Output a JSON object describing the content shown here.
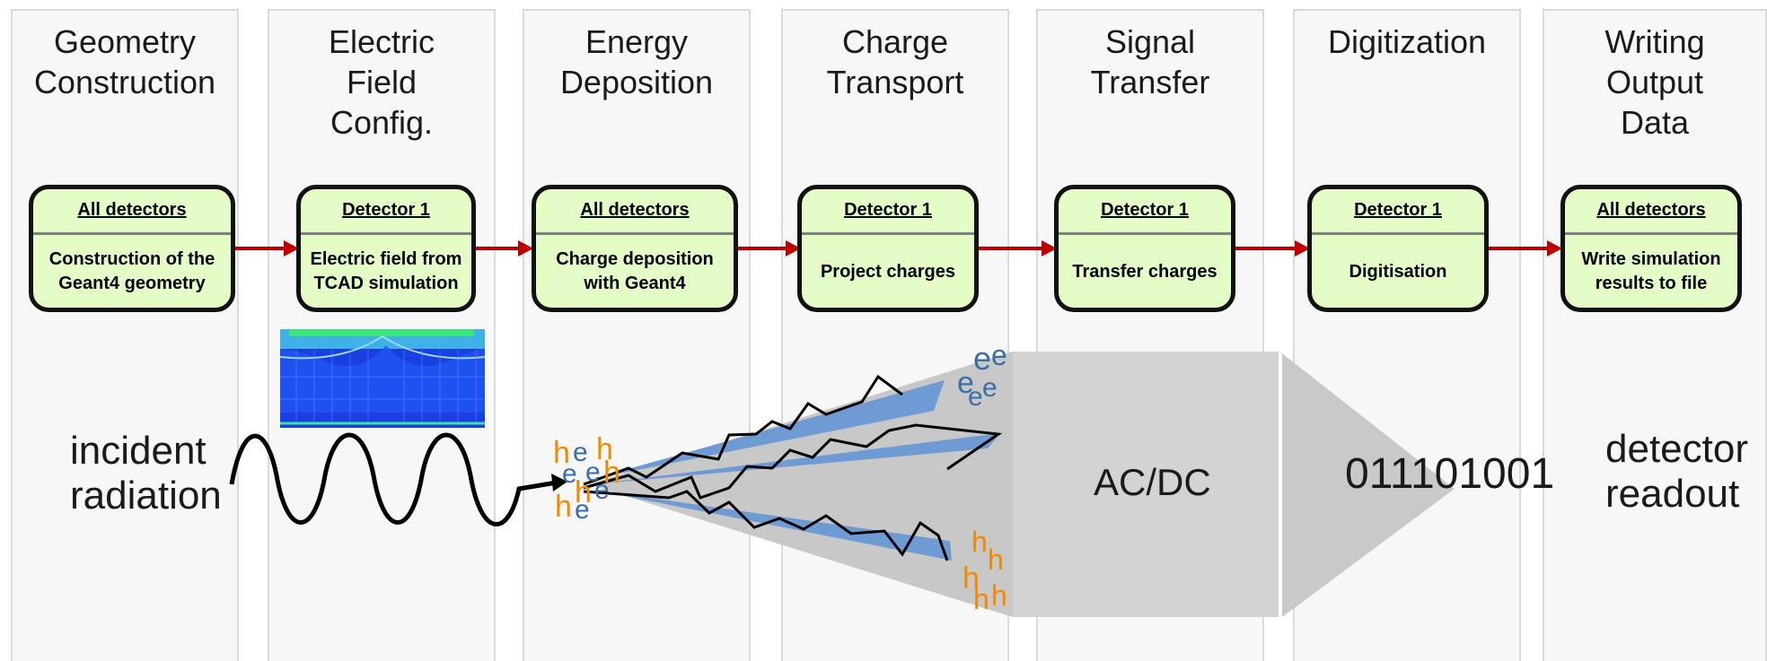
{
  "stages": [
    {
      "title": "Geometry\nConstruction",
      "scope": "All detectors",
      "task": "Construction of the\nGeant4 geometry"
    },
    {
      "title": "Electric\nField\nConfig.",
      "scope": "Detector 1",
      "task": "Electric field from\nTCAD simulation"
    },
    {
      "title": "Energy\nDeposition",
      "scope": "All detectors",
      "task": "Charge deposition\nwith Geant4"
    },
    {
      "title": "Charge\nTransport",
      "scope": "Detector 1",
      "task": "Project charges"
    },
    {
      "title": "Signal\nTransfer",
      "scope": "Detector 1",
      "task": "Transfer charges"
    },
    {
      "title": "Digitization",
      "scope": "Detector 1",
      "task": "Digitisation"
    },
    {
      "title": "Writing\nOutput\nData",
      "scope": "All detectors",
      "task": "Write simulation\nresults to file"
    }
  ],
  "labels": {
    "incident": "incident\nradiation",
    "acdc": "AC/DC",
    "bits": "011101001",
    "readout": "detector\nreadout",
    "electron": "e",
    "hole": "h"
  },
  "colors": {
    "box_fill": "#e4fcc6",
    "arrow": "#c00000",
    "electron": "#3a6ea5",
    "hole": "#f08a00",
    "cone": "#c8c8c8",
    "path_fill": "#6f9bd4"
  },
  "icons": {
    "tcad": "tcad-field-map-icon",
    "wave": "sine-wave-icon"
  }
}
